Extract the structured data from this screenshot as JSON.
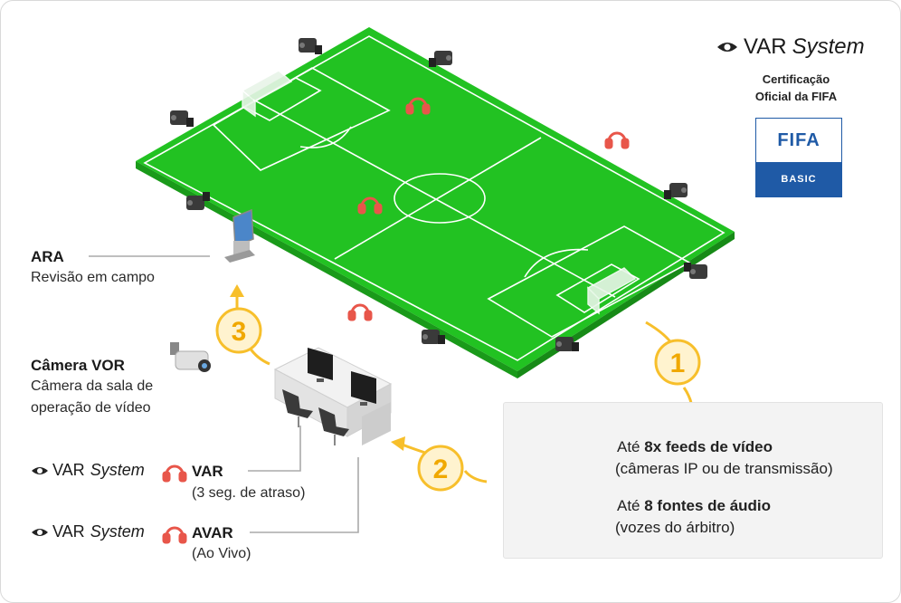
{
  "brand": {
    "word1": "VAR",
    "word2": "System"
  },
  "certification": {
    "line1": "Certificação",
    "line2": "Oficial da FIFA"
  },
  "fifa_badge": {
    "logo": "FIFA",
    "tier": "BASIC"
  },
  "ara": {
    "title": "ARA",
    "subtitle": "Revisão em campo"
  },
  "vor": {
    "title": "Câmera VOR",
    "line1": "Câmera da sala de",
    "line2": "operação de vídeo"
  },
  "var": {
    "title": "VAR",
    "subtitle": "(3 seg. de atraso)"
  },
  "avar": {
    "title": "AVAR",
    "subtitle": "(Ao Vivo)"
  },
  "steps": {
    "one": "1",
    "two": "2",
    "three": "3"
  },
  "info": {
    "video_prefix": "Até ",
    "video_bold": "8x feeds de vídeo",
    "video_sub": "(câmeras IP ou de transmissão)",
    "audio_prefix": "Até ",
    "audio_bold": "8 fontes de áudio",
    "audio_sub": "(vozes do árbitro)"
  },
  "colors": {
    "pitch": "#22c222",
    "accent": "#f7bf2b",
    "headset": "#e8564a",
    "fifa_blue": "#1f5aa6"
  }
}
